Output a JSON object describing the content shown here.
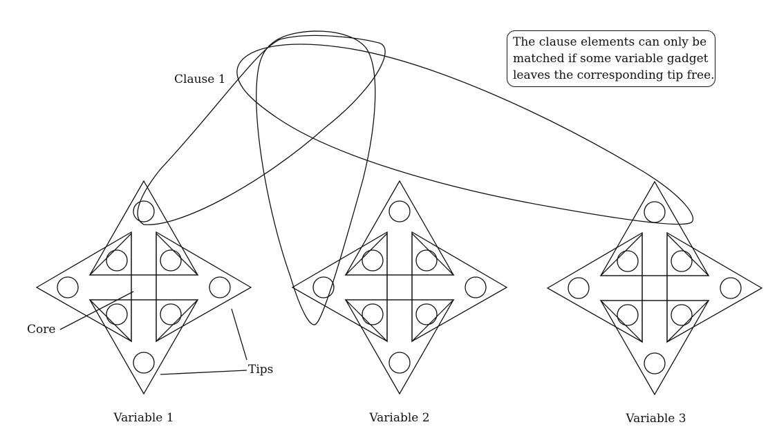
{
  "clause_label": "Clause 1",
  "note_lines": [
    "The clause elements can only be",
    "matched if some variable gadget",
    "leaves the corresponding tip free."
  ],
  "annotations": {
    "core": "Core",
    "tips": "Tips"
  },
  "variables": [
    {
      "label": "Variable 1"
    },
    {
      "label": "Variable 2"
    },
    {
      "label": "Variable 3"
    }
  ],
  "colors": {
    "stroke": "#111111",
    "background": "#ffffff"
  }
}
